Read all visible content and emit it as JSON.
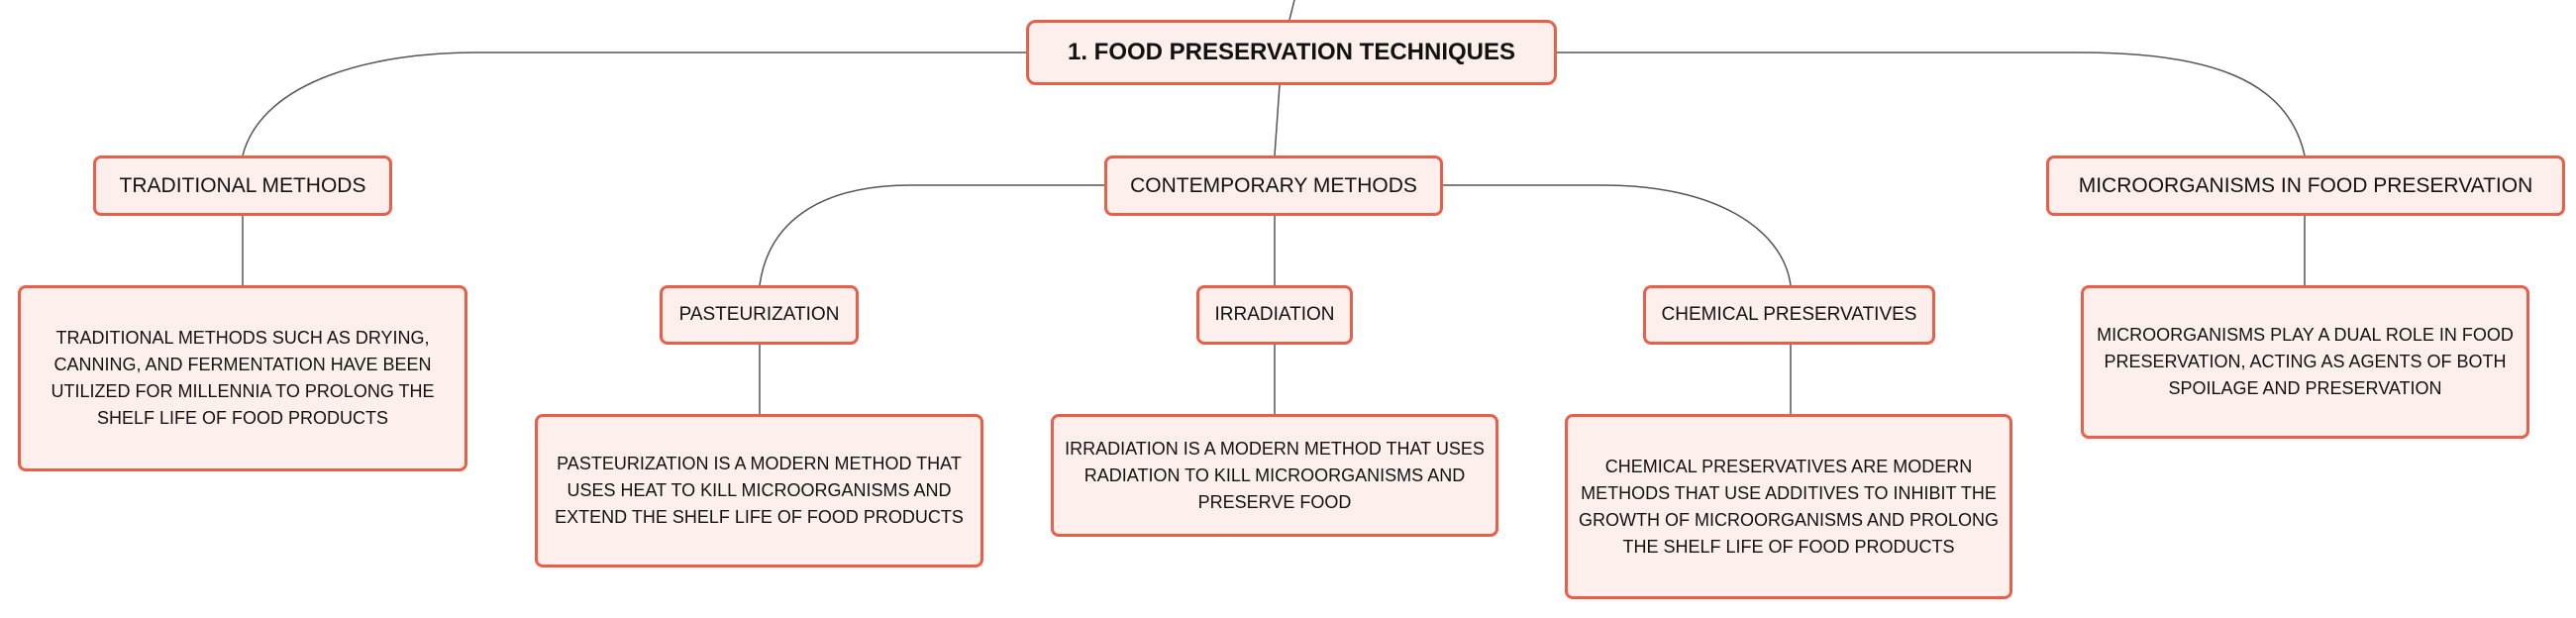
{
  "root": {
    "label": "1. FOOD PRESERVATION TECHNIQUES"
  },
  "branches": {
    "traditional": {
      "label": "TRADITIONAL METHODS",
      "description": "TRADITIONAL METHODS SUCH AS DRYING, CANNING, AND FERMENTATION HAVE BEEN UTILIZED FOR MILLENNIA TO PROLONG THE SHELF LIFE OF FOOD PRODUCTS"
    },
    "contemporary": {
      "label": "CONTEMPORARY METHODS",
      "children": {
        "pasteurization": {
          "label": "PASTEURIZATION",
          "description": "PASTEURIZATION IS A MODERN METHOD THAT USES HEAT TO KILL MICROORGANISMS AND EXTEND THE SHELF LIFE OF FOOD PRODUCTS"
        },
        "irradiation": {
          "label": "IRRADIATION",
          "description": "IRRADIATION IS A MODERN METHOD THAT USES RADIATION TO KILL MICROORGANISMS AND PRESERVE FOOD"
        },
        "chemical": {
          "label": "CHEMICAL PRESERVATIVES",
          "description": "CHEMICAL PRESERVATIVES ARE MODERN METHODS THAT USE ADDITIVES TO INHIBIT THE GROWTH OF MICROORGANISMS AND PROLONG THE SHELF LIFE OF FOOD PRODUCTS"
        }
      }
    },
    "microorganisms": {
      "label": "MICROORGANISMS IN FOOD PRESERVATION",
      "description": "MICROORGANISMS PLAY A DUAL ROLE IN FOOD PRESERVATION, ACTING AS AGENTS OF BOTH SPOILAGE AND PRESERVATION"
    }
  },
  "colors": {
    "node_border": "#e8604a",
    "node_fill": "#fdf0ec",
    "connector": "#555555",
    "text": "#111111"
  }
}
